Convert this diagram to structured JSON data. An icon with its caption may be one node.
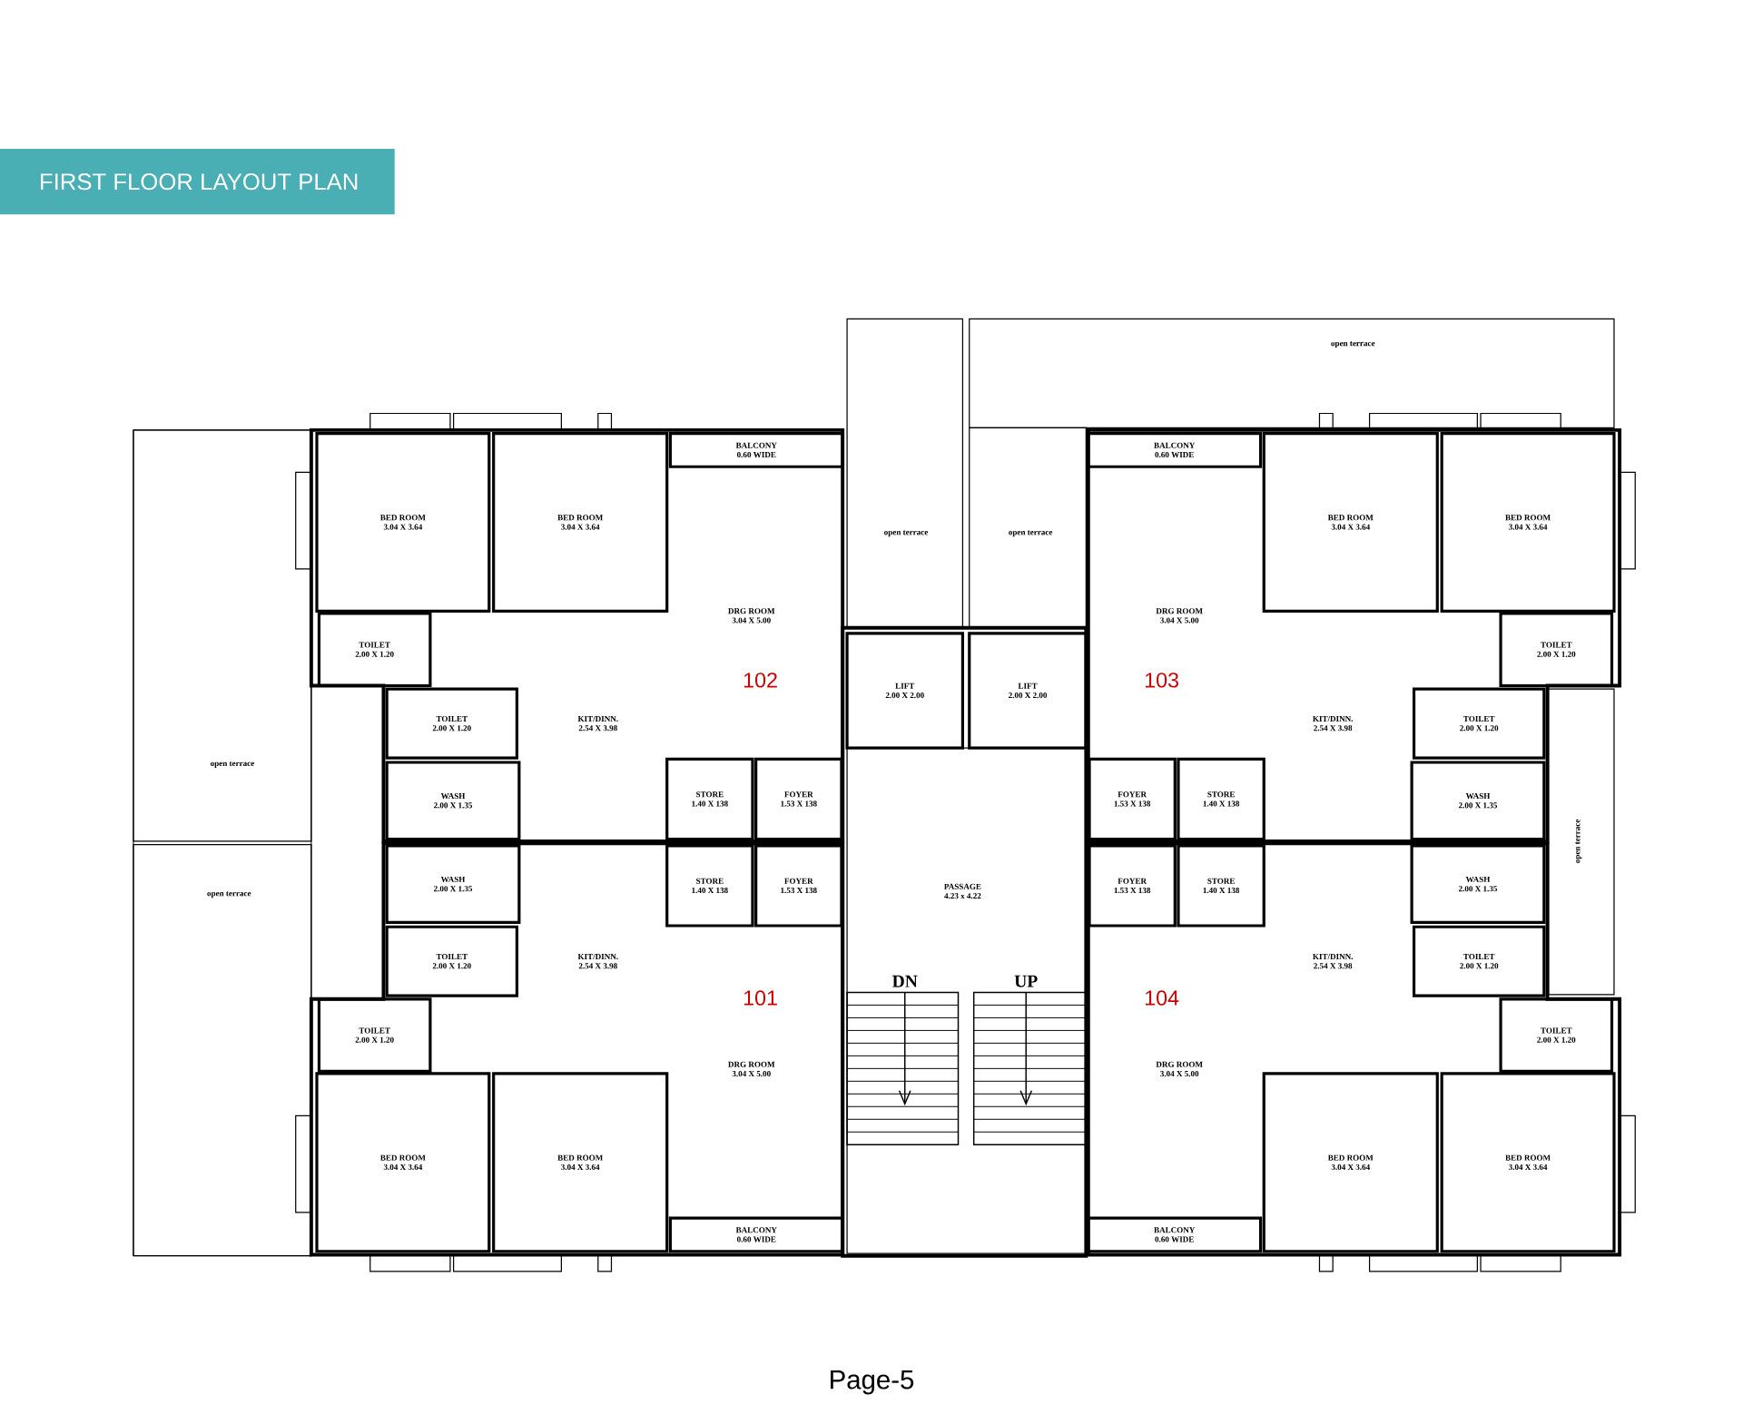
{
  "diagram": {
    "title": "FIRST FLOOR LAYOUT PLAN",
    "nodes": [
      {
        "text": [
          "open terrace"
        ]
      },
      {
        "text": [
          "open terrace"
        ]
      },
      {
        "text": [
          "open terrace"
        ]
      },
      {
        "text": [
          "BED ROOM",
          "3.04 X 3.64"
        ]
      },
      {
        "text": [
          "BED ROOM",
          "3.04 X 3.64"
        ]
      },
      {
        "text": [
          "BALCONY",
          "0.60 WIDE"
        ]
      },
      {
        "text": [
          "DRG ROOM",
          "3.04 X 5.00"
        ]
      },
      {
        "text": [
          "TOILET",
          "2.00 X 1.20"
        ]
      },
      {
        "text": [
          "TOILET",
          "2.00 X 1.20"
        ]
      },
      {
        "text": [
          "KIT/DINN.",
          "2.54 X 3.98"
        ]
      },
      {
        "text": [
          "WASH",
          "2.00 X 1.35"
        ]
      },
      {
        "text": [
          "STORE",
          "1.40 X 138"
        ]
      },
      {
        "text": [
          "FOYER",
          "1.53 X 138"
        ]
      },
      {
        "text": [
          "LIFT",
          "2.00 X 2.00"
        ]
      },
      {
        "text": [
          "LIFT",
          "2.00 X 2.00"
        ]
      },
      {
        "text": [
          "BALCONY",
          "0.60 WIDE"
        ]
      },
      {
        "text": [
          "BED ROOM",
          "3.04 X 3.64"
        ]
      },
      {
        "text": [
          "BED ROOM",
          "3.04 X 3.64"
        ]
      },
      {
        "text": [
          "DRG ROOM",
          "3.04 X 5.00"
        ]
      },
      {
        "text": [
          "TOILET",
          "2.00 X 1.20"
        ]
      },
      {
        "text": [
          "TOILET",
          "2.00 X 1.20"
        ]
      },
      {
        "text": [
          "KIT/DINN.",
          "2.54 X 3.98"
        ]
      },
      {
        "text": [
          "WASH",
          "2.00 X 1.35"
        ]
      },
      {
        "text": [
          "STORE",
          "1.40 X 138"
        ]
      },
      {
        "text": [
          "FOYER",
          "1.53 X 138"
        ]
      },
      {
        "text": [
          "open terrace"
        ]
      },
      {
        "text": [
          "open terrace"
        ]
      },
      {
        "text": [
          "PASSAGE",
          "4.23 x 4.22"
        ]
      },
      {
        "text": [
          "open terrace"
        ]
      },
      {
        "text": [
          "WASH",
          "2.00 X 1.35"
        ]
      },
      {
        "text": [
          "STORE",
          "1.40 X 138"
        ]
      },
      {
        "text": [
          "FOYER",
          "1.53 X 138"
        ]
      },
      {
        "text": [
          "TOILET",
          "2.00 X 1.20"
        ]
      },
      {
        "text": [
          "KIT/DINN.",
          "2.54 X 3.98"
        ]
      },
      {
        "text": [
          "TOILET",
          "2.00 X 1.20"
        ]
      },
      {
        "text": [
          "DRG ROOM",
          "3.04 X 5.00"
        ]
      },
      {
        "text": [
          "BED ROOM",
          "3.04 X 3.64"
        ]
      },
      {
        "text": [
          "BED ROOM",
          "3.04 X 3.64"
        ]
      },
      {
        "text": [
          "BALCONY",
          "0.60 WIDE"
        ]
      },
      {
        "text": [
          "FOYER",
          "1.53 X 138"
        ]
      },
      {
        "text": [
          "STORE",
          "1.40 X 138"
        ]
      },
      {
        "text": [
          "WASH",
          "2.00 X 1.35"
        ]
      },
      {
        "text": [
          "KIT/DINN.",
          "2.54 X 3.98"
        ]
      },
      {
        "text": [
          "TOILET",
          "2.00 X 1.20"
        ]
      },
      {
        "text": [
          "TOILET",
          "2.00 X 1.20"
        ]
      },
      {
        "text": [
          "DRG ROOM",
          "3.04 X 5.00"
        ]
      },
      {
        "text": [
          "BED ROOM",
          "3.04 X 3.64"
        ]
      },
      {
        "text": [
          "BED ROOM",
          "3.04 X 3.64"
        ]
      },
      {
        "text": [
          "BALCONY",
          "0.60 WIDE"
        ]
      }
    ],
    "labels": [
      "102",
      "103",
      "DN",
      "UP",
      "101",
      "104",
      "Page-5"
    ]
  }
}
